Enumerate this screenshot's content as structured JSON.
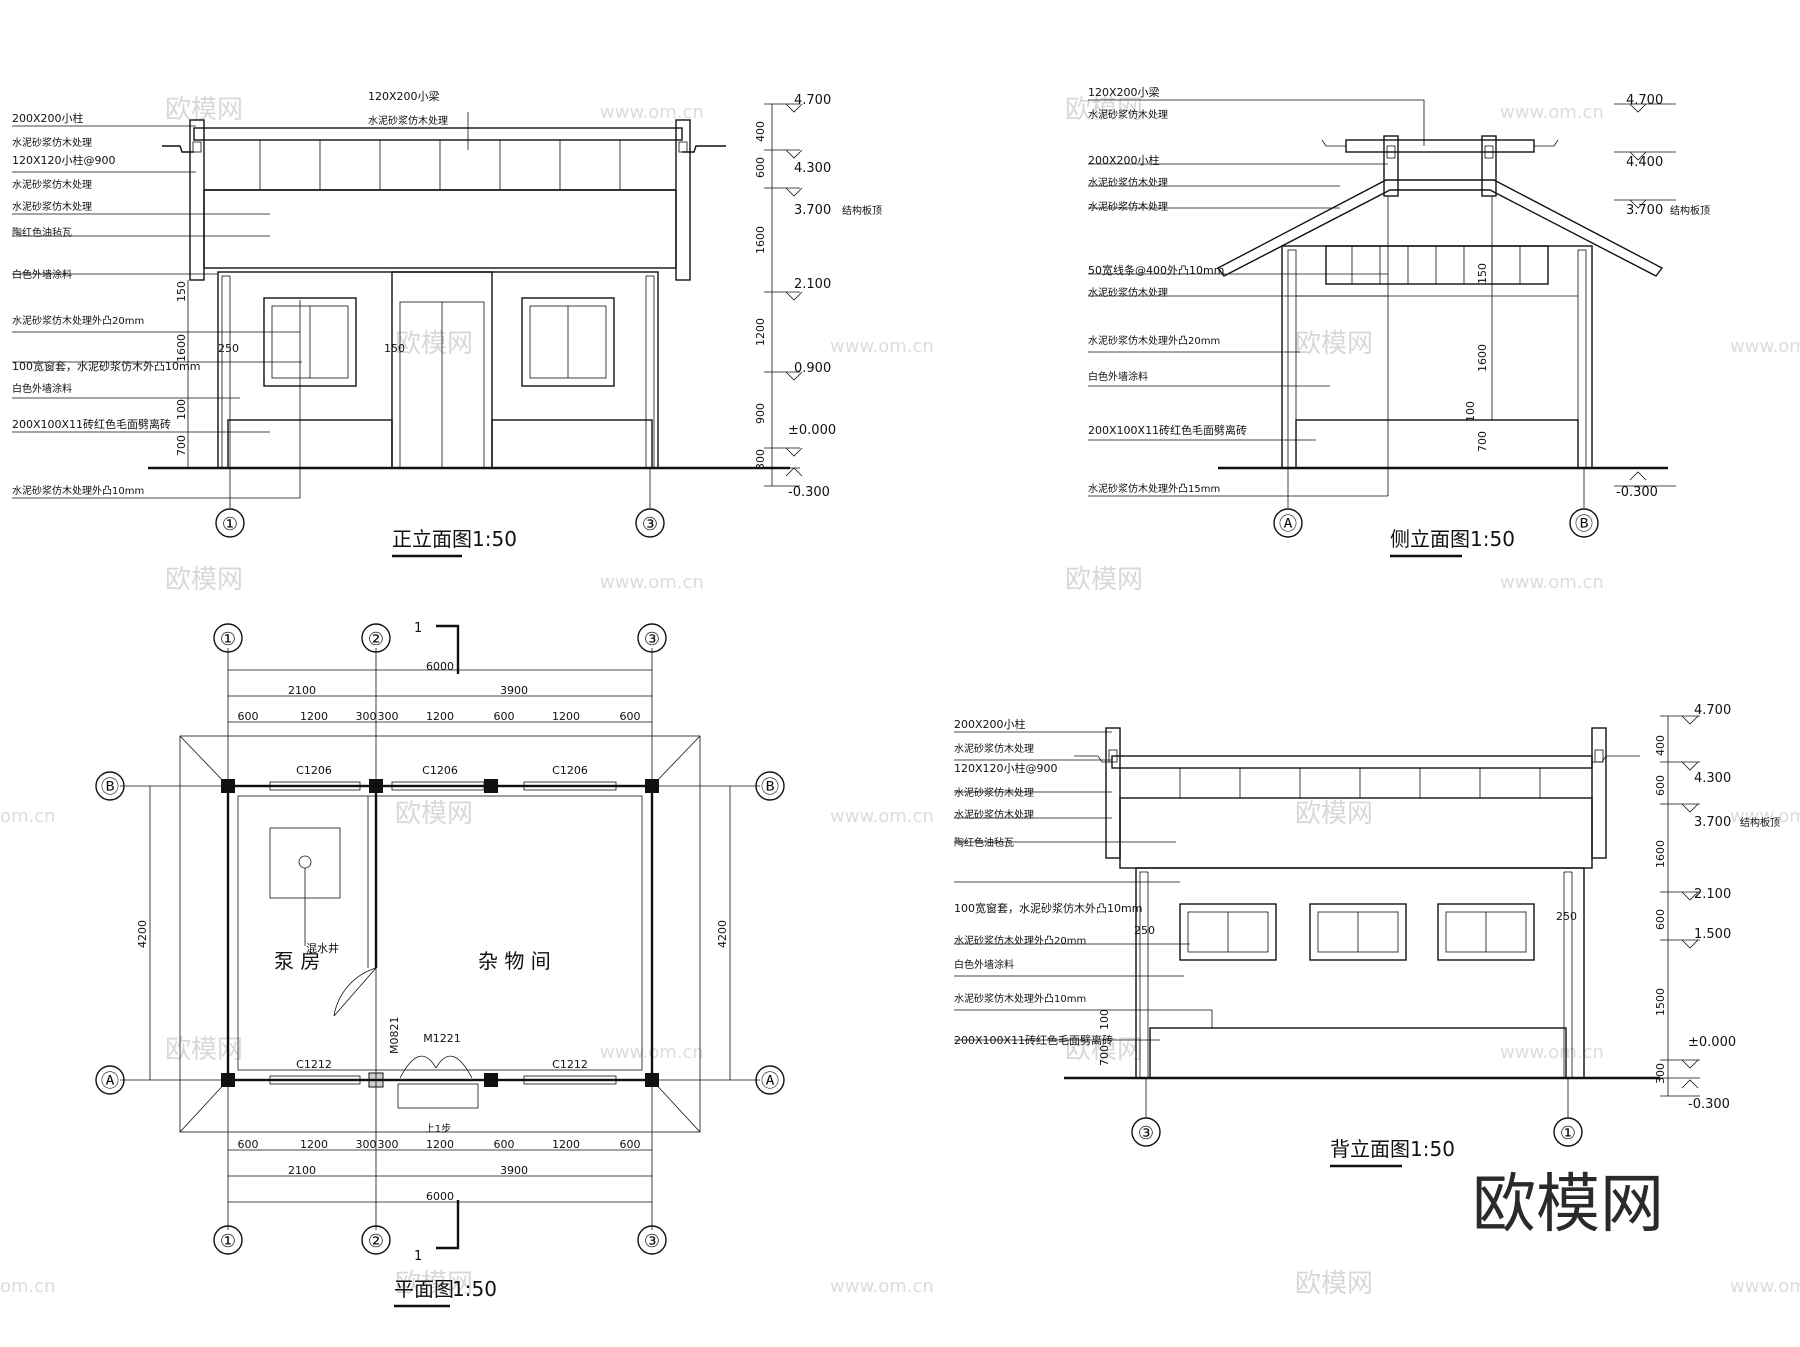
{
  "front": {
    "title": "正立面图",
    "scale": "1:50",
    "callouts": [
      "200X200小柱",
      "水泥砂浆仿木处理",
      "120X120小柱@900",
      "水泥砂浆仿木处理",
      "水泥砂浆仿木处理",
      "陶红色油毡瓦",
      "白色外墙涂料",
      "水泥砂浆仿木处理外凸20mm",
      "100宽窗套，水泥砂浆仿木外凸10mm",
      "白色外墙涂料",
      "200X100X11砖红色毛面劈离砖",
      "水泥砂浆仿木处理外凸10mm"
    ],
    "top_callout": [
      "120X200小梁",
      "水泥砂浆仿木处理"
    ],
    "levels": [
      "4.700",
      "4.300",
      "3.700",
      "结构板顶",
      "2.100",
      "0.900",
      "±0.000",
      "-0.300"
    ],
    "dims_right": [
      "400",
      "600",
      "1600",
      "1200",
      "900",
      "300"
    ],
    "dims_left": [
      "150",
      "1600",
      "100",
      "700"
    ],
    "dims_misc": [
      "250",
      "150"
    ],
    "grids": [
      "①",
      "③"
    ]
  },
  "side": {
    "title": "侧立面图",
    "scale": "1:50",
    "callouts": [
      "120X200小梁",
      "水泥砂浆仿木处理",
      "200X200小柱",
      "水泥砂浆仿木处理",
      "水泥砂浆仿木处理",
      "50宽线条@400外凸10mm",
      "水泥砂浆仿木处理",
      "水泥砂浆仿木处理外凸20mm",
      "白色外墙涂料",
      "200X100X11砖红色毛面劈离砖",
      "水泥砂浆仿木处理外凸15mm"
    ],
    "levels": [
      "4.700",
      "4.400",
      "3.700",
      "结构板顶",
      "-0.300"
    ],
    "dims": [
      "150",
      "1600",
      "100",
      "700"
    ],
    "grids": [
      "Ⓐ",
      "Ⓑ"
    ]
  },
  "plan": {
    "title": "平面图",
    "scale": "1:50",
    "section_mark": "1",
    "grids_top": [
      "①",
      "②",
      "③"
    ],
    "grids_side": [
      "Ⓑ",
      "Ⓐ"
    ],
    "dim_total": "6000",
    "dim_split": [
      "2100",
      "3900"
    ],
    "dim_detail": [
      "600",
      "1200",
      "300",
      "300",
      "1200",
      "600",
      "1200",
      "600"
    ],
    "dim_side": "4200",
    "windows_top": [
      "C1206",
      "C1206",
      "C1206"
    ],
    "windows_bottom": [
      "C1212",
      "C1212"
    ],
    "door_main": "M1221",
    "door_inner": "M0821",
    "step": "上1步",
    "well": "混水井",
    "rooms": [
      "泵 房",
      "杂 物 间"
    ]
  },
  "back": {
    "title": "背立面图",
    "scale": "1:50",
    "callouts": [
      "200X200小柱",
      "水泥砂浆仿木处理",
      "120X120小柱@900",
      "水泥砂浆仿木处理",
      "水泥砂浆仿木处理",
      "陶红色油毡瓦",
      "100宽窗套，水泥砂浆仿木外凸10mm",
      "水泥砂浆仿木处理外凸20mm",
      "白色外墙涂料",
      "水泥砂浆仿木处理外凸10mm",
      "200X100X11砖红色毛面劈离砖"
    ],
    "levels": [
      "4.700",
      "4.300",
      "3.700",
      "结构板顶",
      "2.100",
      "1.500",
      "±0.000",
      "-0.300"
    ],
    "dims_right": [
      "400",
      "600",
      "1600",
      "600",
      "1500",
      "300"
    ],
    "dims_left": [
      "250",
      "250",
      "100",
      "700"
    ],
    "grids": [
      "③",
      "①"
    ]
  },
  "watermark": {
    "brand": "欧模网",
    "site": "www.om.cn",
    "site_short": "om.cn"
  }
}
